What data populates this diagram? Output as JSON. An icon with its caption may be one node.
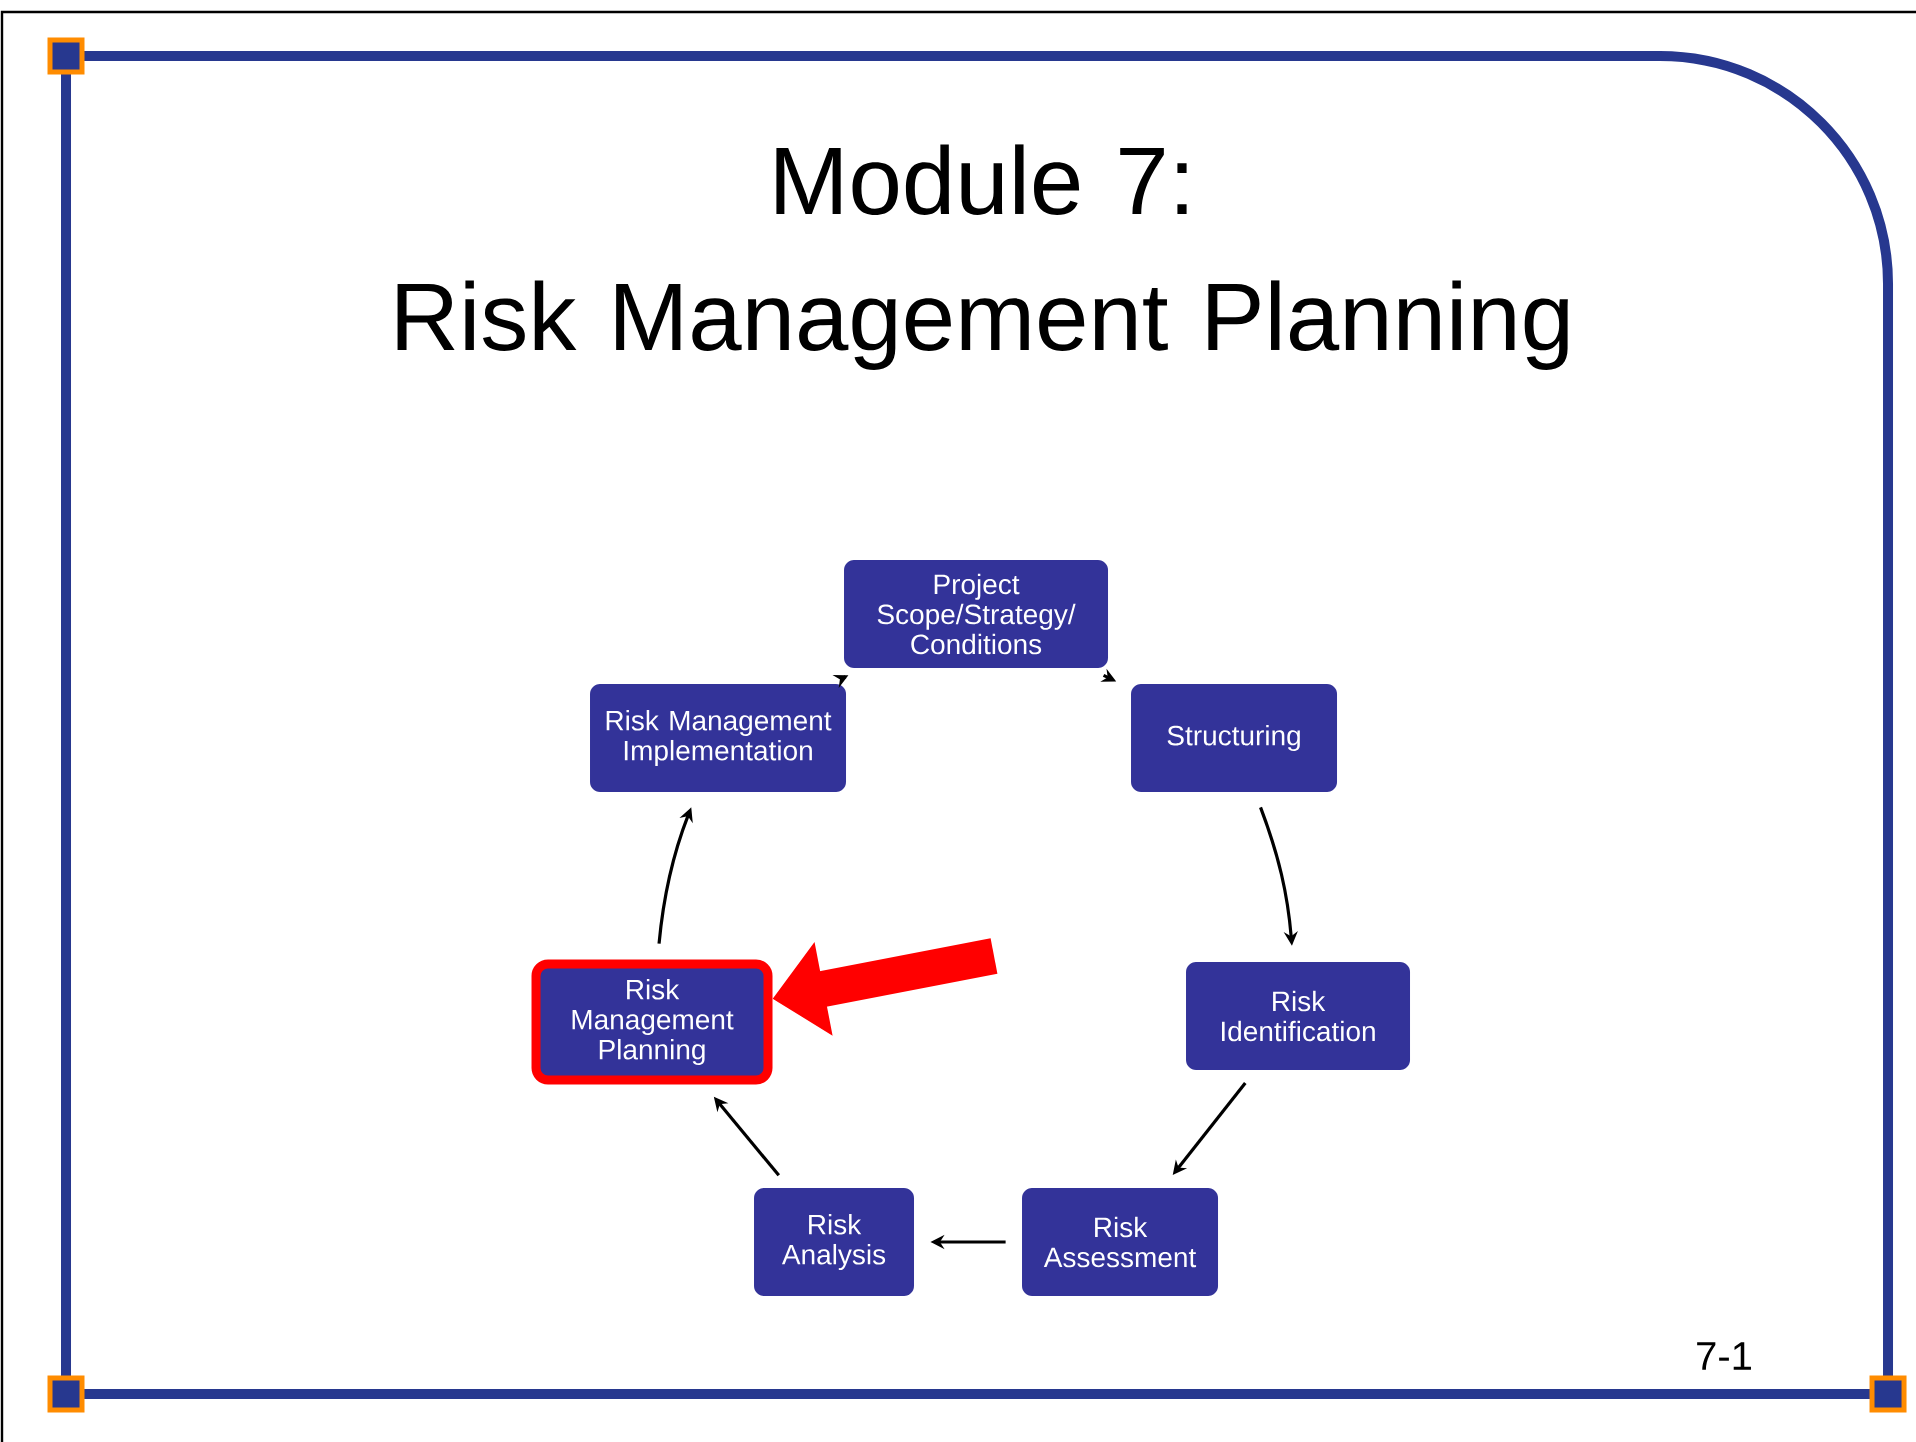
{
  "diagram": {
    "title": "Module 7: Risk Management Planning",
    "nodes": [
      {
        "text": [
          "Project Scope/Strategy/ Conditions"
        ]
      },
      {
        "text": [
          "Structuring"
        ]
      },
      {
        "text": [
          "Risk Identification"
        ]
      },
      {
        "text": [
          "Risk Assessment"
        ]
      },
      {
        "text": [
          "Risk Analysis"
        ]
      },
      {
        "text": [
          "Risk Management Planning"
        ]
      },
      {
        "text": [
          "Risk Management Implementation"
        ]
      }
    ],
    "edges": [
      {
        "from": 0,
        "to": 1,
        "arrow": "to"
      },
      {
        "from": 1,
        "to": 2,
        "arrow": "to"
      },
      {
        "from": 2,
        "to": 3,
        "arrow": "to"
      },
      {
        "from": 3,
        "to": 4,
        "arrow": "to"
      },
      {
        "from": 4,
        "to": 5,
        "arrow": "to"
      },
      {
        "from": 5,
        "to": 6,
        "arrow": "to"
      },
      {
        "from": 6,
        "to": 0,
        "arrow": "to"
      },
      {
        "from": null,
        "to": 5,
        "arrow": "to",
        "style": "thick",
        "color": "#ff0000"
      }
    ],
    "labels": [
      "7-1"
    ]
  }
}
